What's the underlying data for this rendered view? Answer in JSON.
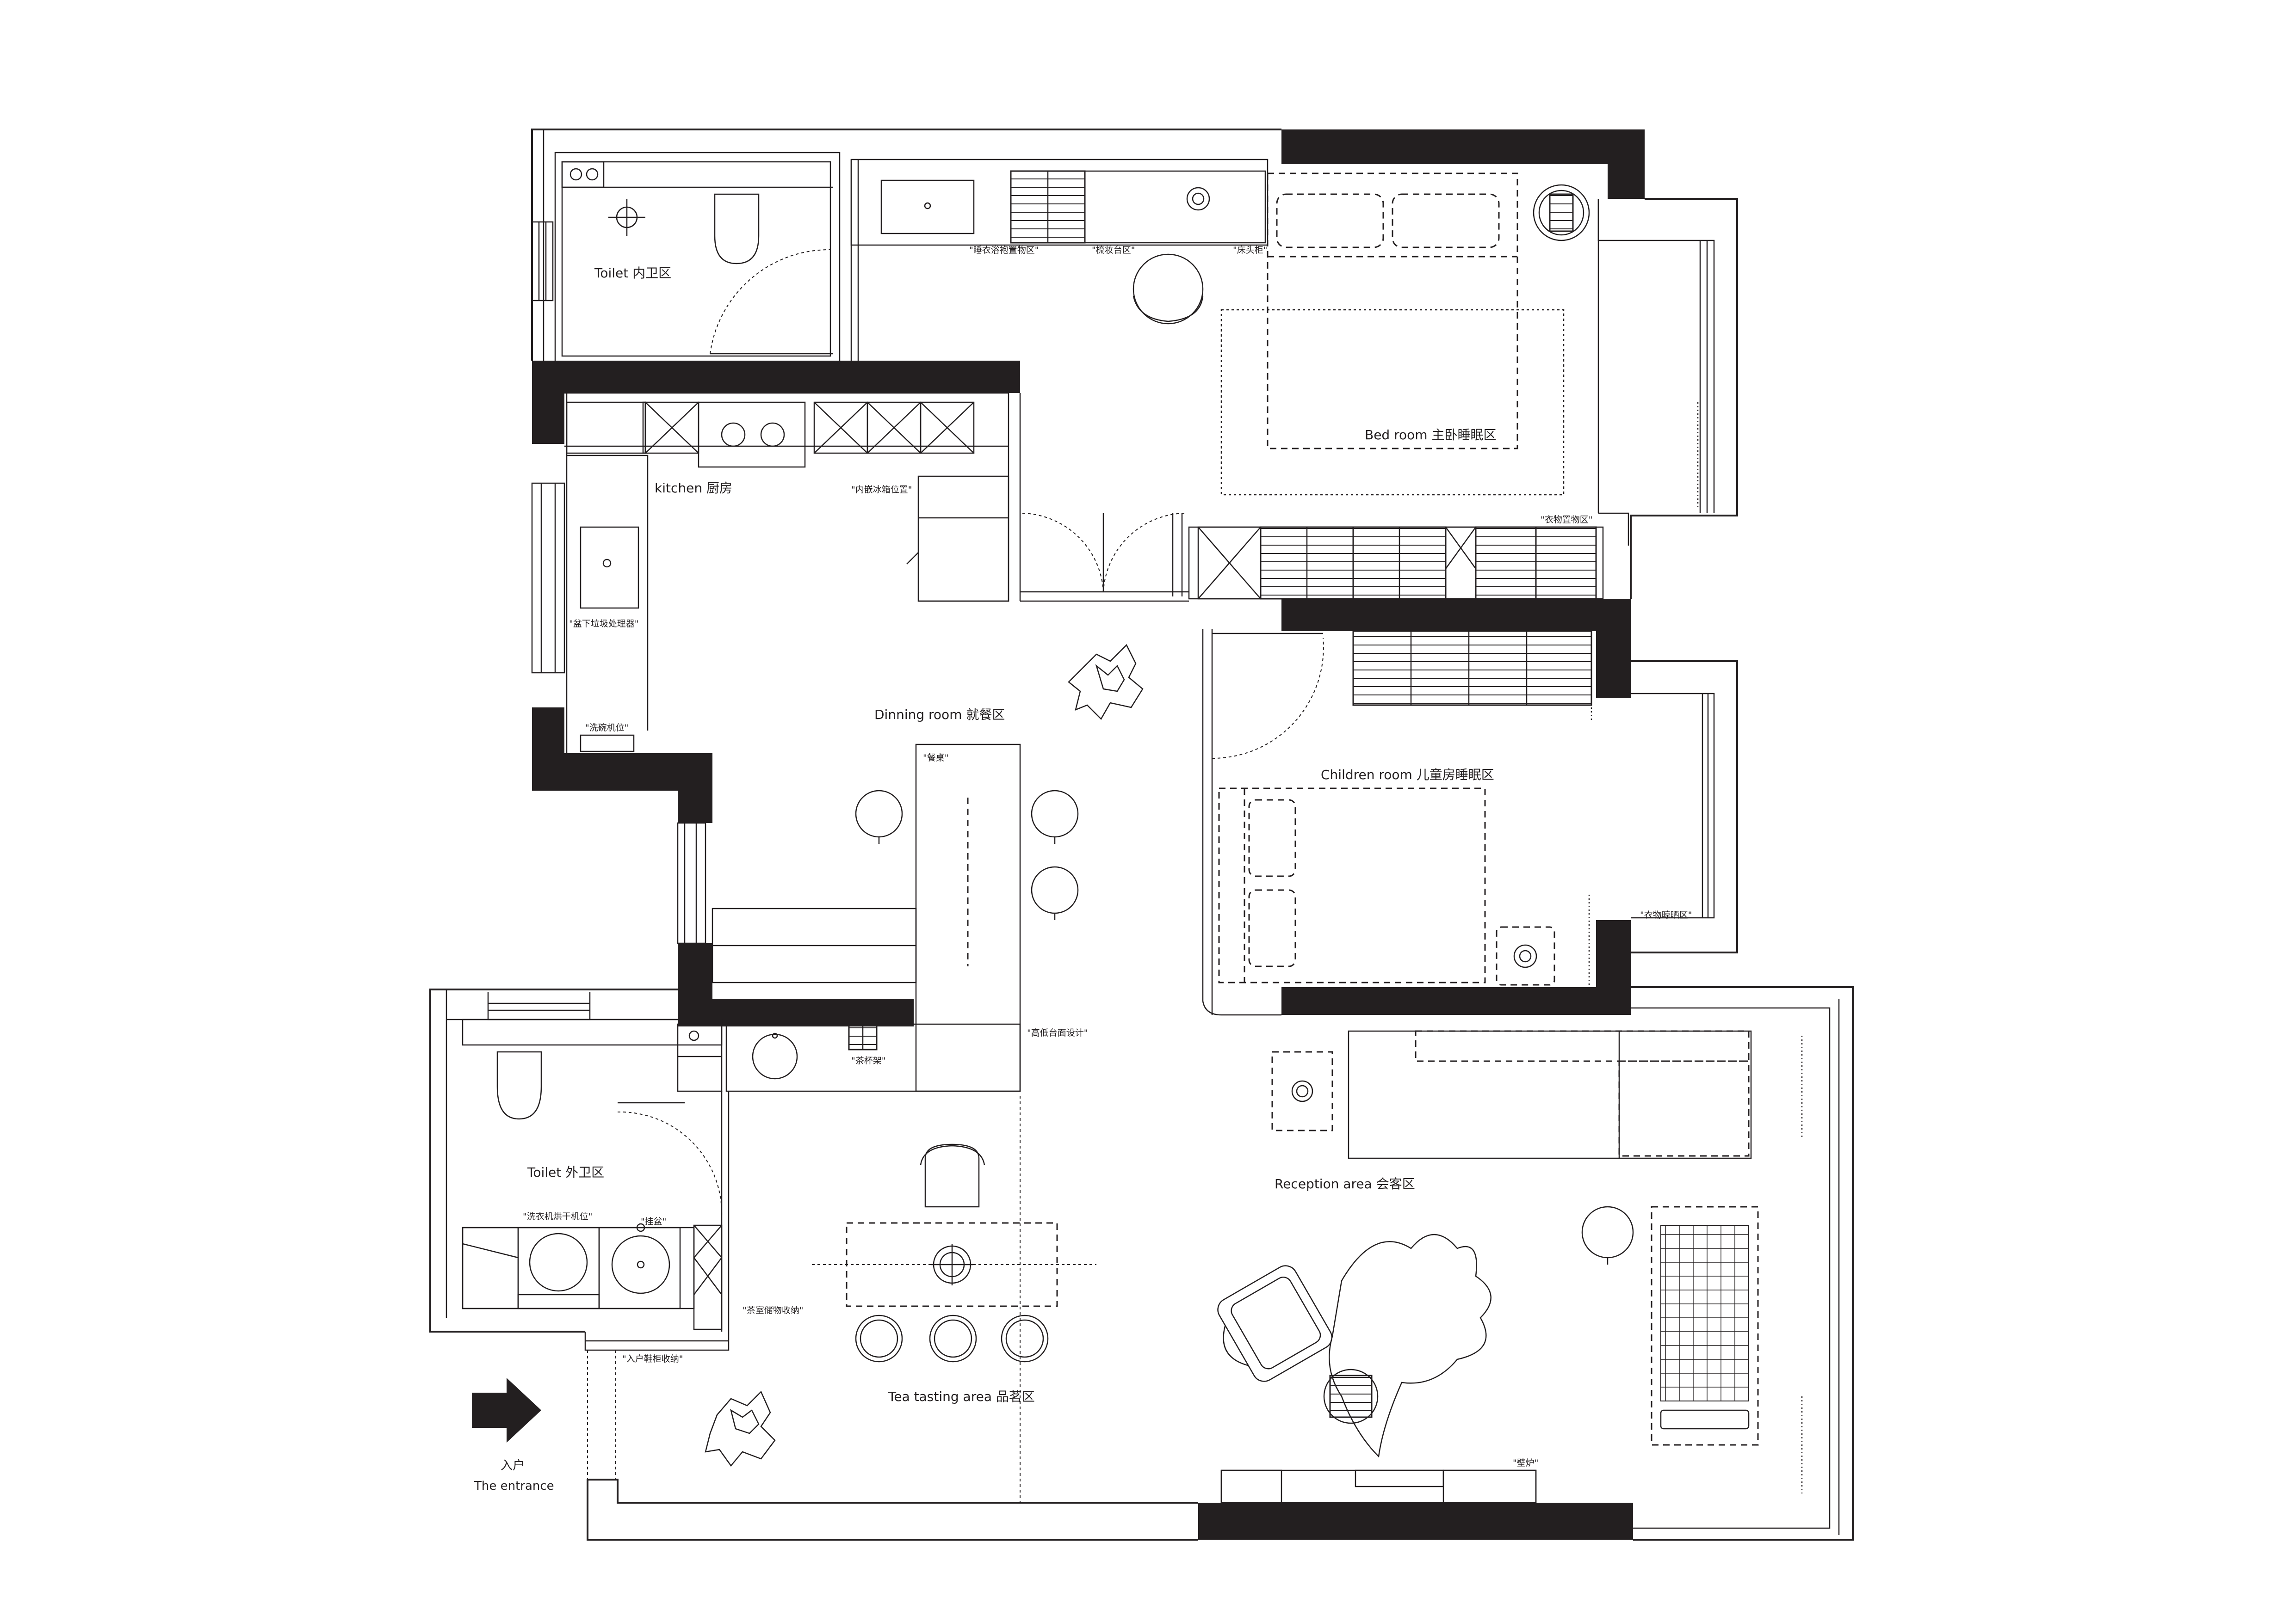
{
  "rooms": {
    "toilet_inner": "Toilet  内卫区",
    "bedroom": "Bed room   主卧睡眠区",
    "kitchen": "kitchen 厨房",
    "dining": "Dinning room  就餐区",
    "children": "Children room  儿童房睡眠区",
    "toilet_outer": "Toilet  外卫区",
    "reception": "Reception area 会客区",
    "tea": "Tea tasting area   品茗区"
  },
  "tags": {
    "wardrobe_master": "\"睡衣浴袍置物区\"",
    "dresser": "\"梳妆台区\"",
    "nightstand": "\"床头柜\"",
    "fridge": "\"内嵌冰箱位置\"",
    "waste_disposer": "\"盆下垃圾处理器\"",
    "dishwasher": "\"洗碗机位\"",
    "wardrobe_bed": "\"衣物置物区\"",
    "dining_table": "\"餐桌\"",
    "wardrobe_child": "\"衣物晾晒区\"",
    "high_low_counter": "\"高低台面设计\"",
    "tea_rack": "\"茶杯架\"",
    "washer_dryer": "\"洗衣机烘干机位\"",
    "basin": "\"挂盆\"",
    "tea_storage": "\"茶室储物收纳\"",
    "shoe_storage": "\"入户鞋柜收纳\"",
    "fireplace": "\"壁炉\""
  },
  "entrance": {
    "cn": "入户",
    "en": "The entrance"
  },
  "colors": {
    "wall": "#231f20",
    "background": "#ffffff"
  }
}
